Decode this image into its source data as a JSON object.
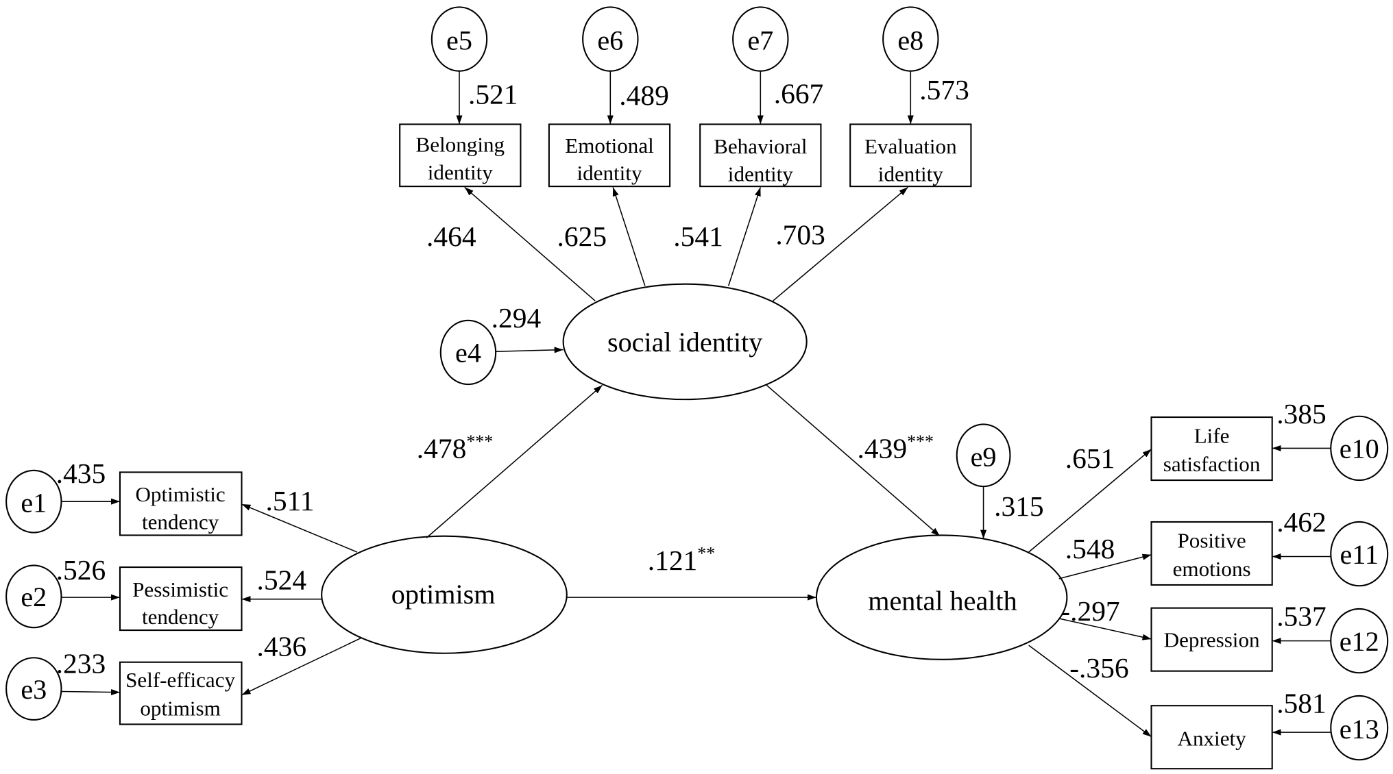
{
  "latent_variables": {
    "optimism": "optimism",
    "social_identity": "social identity",
    "mental_health": "mental health"
  },
  "observed_variables": {
    "optimistic_tendency": [
      "Optimistic",
      "tendency"
    ],
    "pessimistic_tendency": [
      "Pessimistic",
      "tendency"
    ],
    "self_efficacy_optimism": [
      "Self-efficacy",
      "optimism"
    ],
    "belonging_identity": [
      "Belonging",
      "identity"
    ],
    "emotional_identity": [
      "Emotional",
      "identity"
    ],
    "behavioral_identity": [
      "Behavioral",
      "identity"
    ],
    "evaluation_identity": [
      "Evaluation",
      "identity"
    ],
    "life_satisfaction": [
      "Life",
      "satisfaction"
    ],
    "positive_emotions": [
      "Positive",
      "emotions"
    ],
    "depression": [
      "Depression"
    ],
    "anxiety": [
      "Anxiety"
    ]
  },
  "error_terms": {
    "e1": {
      "label": "e1",
      "value": ".435"
    },
    "e2": {
      "label": "e2",
      "value": ".526"
    },
    "e3": {
      "label": "e3",
      "value": ".233"
    },
    "e4": {
      "label": "e4",
      "value": ".294"
    },
    "e5": {
      "label": "e5",
      "value": ".521"
    },
    "e6": {
      "label": "e6",
      "value": ".489"
    },
    "e7": {
      "label": "e7",
      "value": ".667"
    },
    "e8": {
      "label": "e8",
      "value": ".573"
    },
    "e9": {
      "label": "e9",
      "value": ".315"
    },
    "e10": {
      "label": "e10",
      "value": ".385"
    },
    "e11": {
      "label": "e11",
      "value": ".462"
    },
    "e12": {
      "label": "e12",
      "value": ".537"
    },
    "e13": {
      "label": "e13",
      "value": ".581"
    }
  },
  "factor_loadings": {
    "optimism": {
      "optimistic_tendency": ".511",
      "pessimistic_tendency": ".524",
      "self_efficacy_optimism": ".436"
    },
    "social_identity": {
      "belonging_identity": ".464",
      "emotional_identity": ".625",
      "behavioral_identity": ".541",
      "evaluation_identity": ".703"
    },
    "mental_health": {
      "life_satisfaction": ".651",
      "positive_emotions": ".548",
      "depression": "-.297",
      "anxiety": "-.356"
    }
  },
  "structural_paths": {
    "optimism_to_social_identity": {
      "coefficient": ".478",
      "significance": "***"
    },
    "social_identity_to_mental_health": {
      "coefficient": ".439",
      "significance": "***"
    },
    "optimism_to_mental_health": {
      "coefficient": ".121",
      "significance": "**"
    }
  }
}
